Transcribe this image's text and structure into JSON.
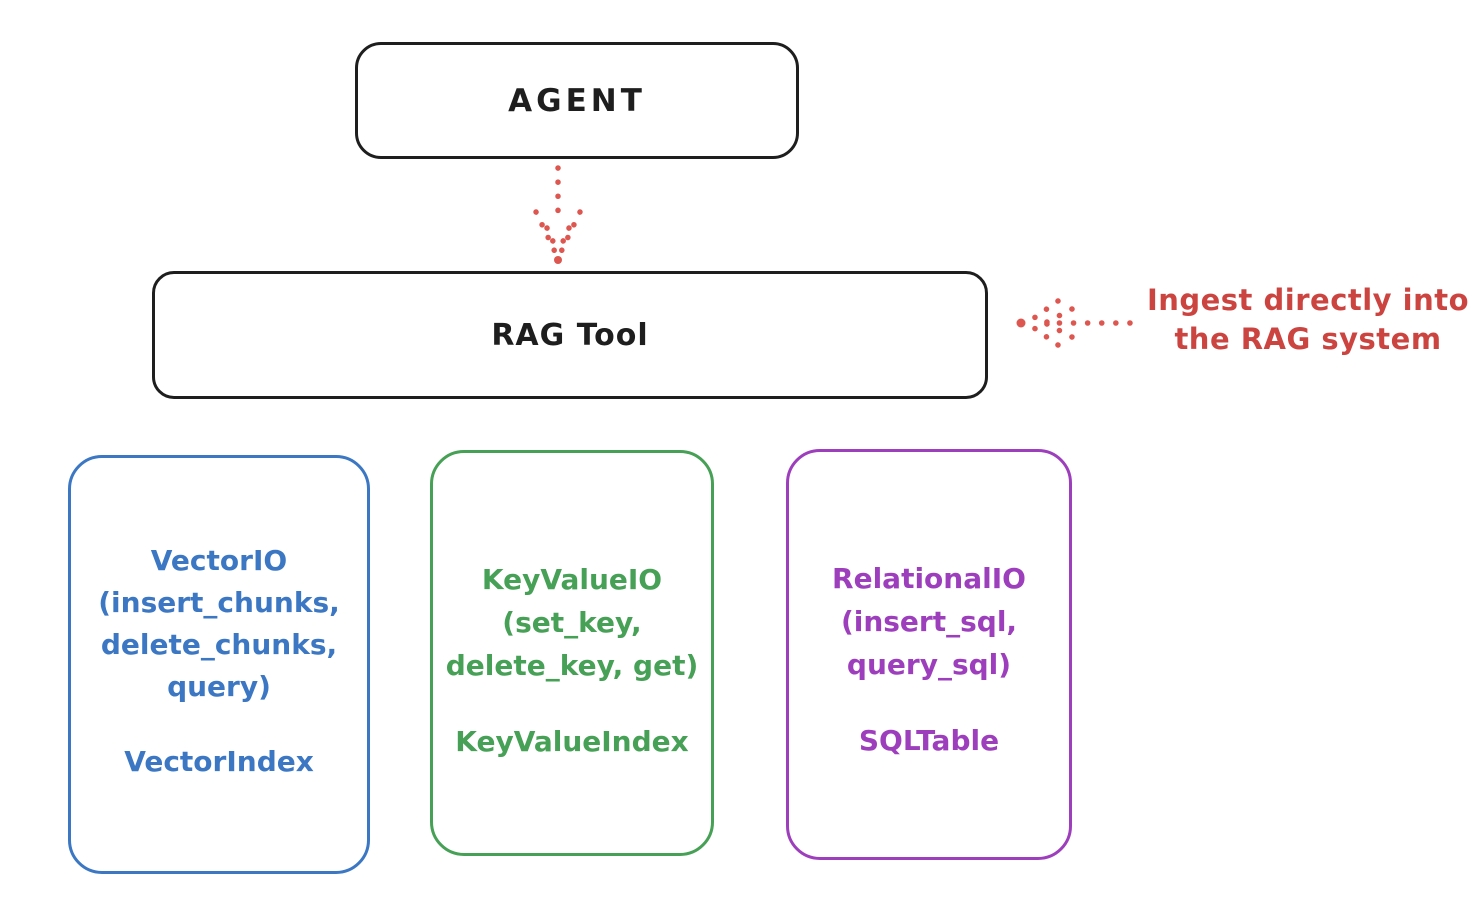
{
  "diagram": {
    "agent": {
      "label": "AGENT"
    },
    "rag_tool": {
      "label": "RAG Tool"
    },
    "annotation": {
      "line1": "Ingest directly into",
      "line2": "the RAG system"
    },
    "boxes": [
      {
        "name": "vector-io",
        "color": "#3b77c3",
        "line1": "VectorIO",
        "line2": "(insert_chunks,",
        "line3": "delete_chunks,",
        "line4": "query)",
        "index": "VectorIndex"
      },
      {
        "name": "key-value-io",
        "color": "#46a055",
        "line1": "KeyValueIO",
        "line2": "(set_key,",
        "line3": "delete_key, get)",
        "index": "KeyValueIndex"
      },
      {
        "name": "relational-io",
        "color": "#9d3fbd",
        "line1": "RelationalIO",
        "line2": "(insert_sql,",
        "line3": "query_sql)",
        "index": "SQLTable"
      }
    ],
    "colors": {
      "outline_black": "#1e1e1e",
      "annotation_red": "#cc4440",
      "arrow_red": "#dd5750",
      "vector_blue": "#3b77c3",
      "keyvalue_green": "#46a055",
      "relational_purple": "#9d3fbd",
      "background": "#ffffff"
    }
  }
}
